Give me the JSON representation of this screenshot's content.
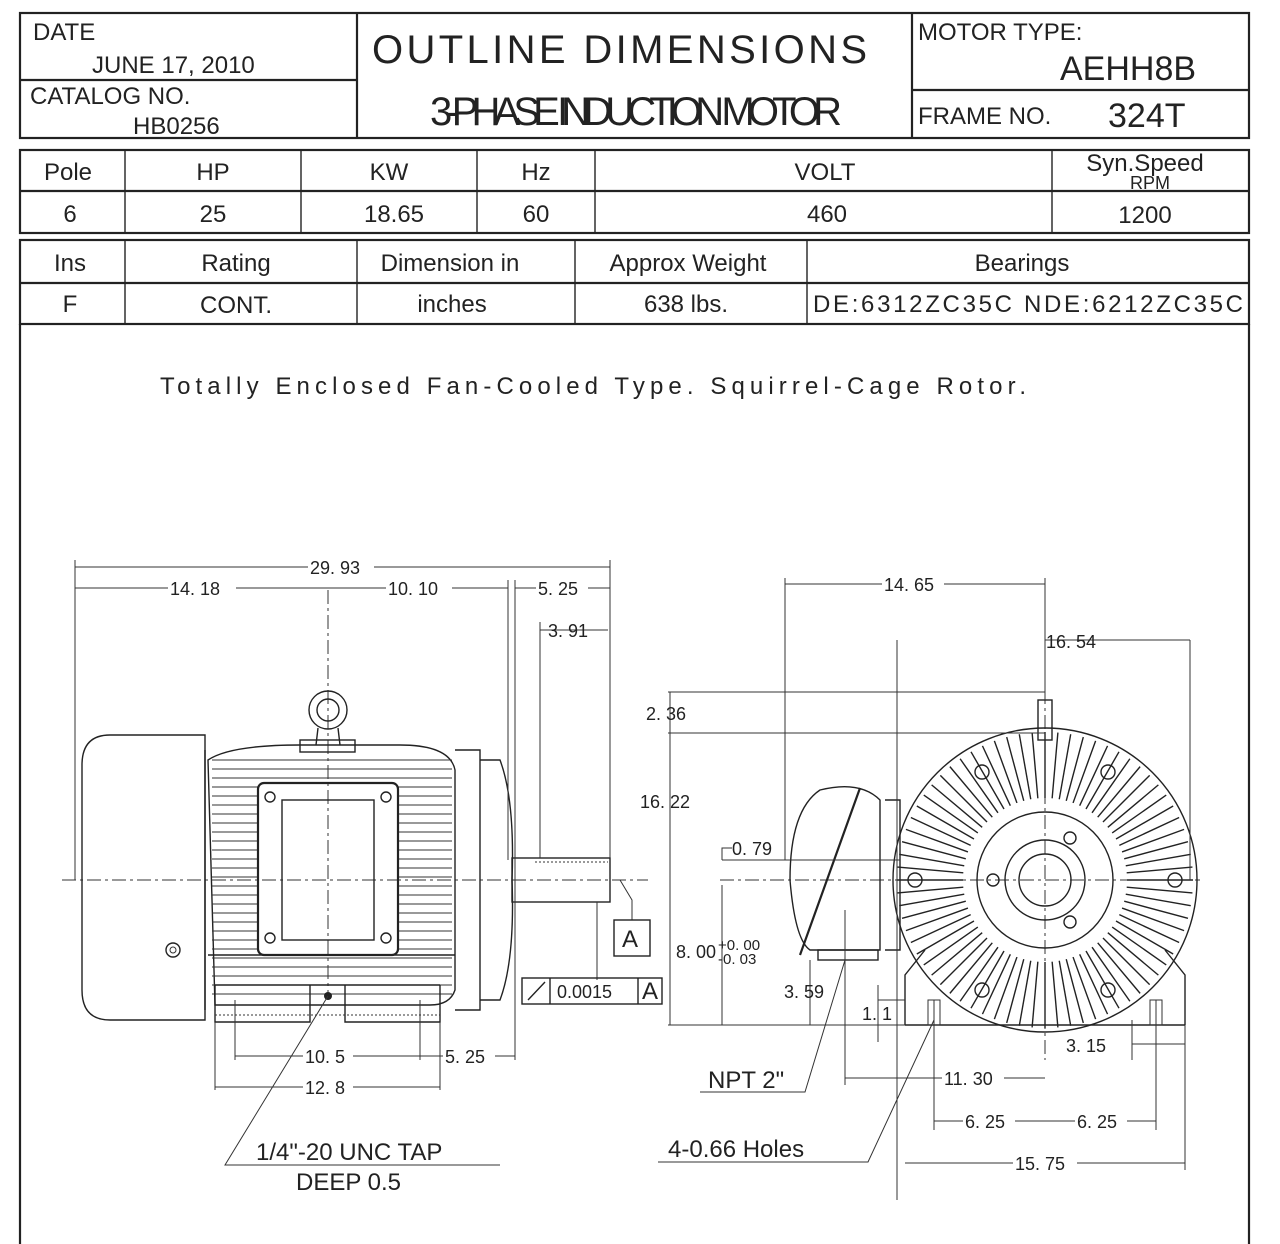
{
  "title_block": {
    "date_label": "DATE",
    "date_value": "JUNE 17, 2010",
    "catalog_label": "CATALOG NO.",
    "catalog_value": "HB0256",
    "title_line1": "OUTLINE DIMENSIONS",
    "title_line2": "3-PHASE INDUCTION MOTOR",
    "motor_type_label": "MOTOR TYPE:",
    "motor_type_value": "AEHH8B",
    "frame_label": "FRAME NO.",
    "frame_value": "324T"
  },
  "specs_table_1": {
    "headers": [
      "Pole",
      "HP",
      "KW",
      "Hz",
      "VOLT",
      "Syn.Speed",
      "RPM"
    ],
    "values": [
      "6",
      "25",
      "18.65",
      "60",
      "460",
      "1200"
    ]
  },
  "specs_table_2": {
    "headers": [
      "Ins",
      "Rating",
      "Dimension in",
      "Approx Weight",
      "Bearings"
    ],
    "values": [
      "F",
      "CONT.",
      "inches",
      "638 lbs.",
      "DE:6312ZC35C  NDE:6212ZC35C"
    ]
  },
  "description": "Totally Enclosed Fan-Cooled Type. Squirrel-Cage Rotor.",
  "side_view": {
    "dims": [
      "29. 93",
      "14. 18",
      "10. 10",
      "5. 25",
      "3. 91",
      "10. 5",
      "5. 25",
      "12. 8"
    ],
    "tolerance_value": "0.0015",
    "datum": "A",
    "note_line1": "1/4\"-20 UNC TAP",
    "note_line2": "DEEP 0.5"
  },
  "end_view": {
    "dims": [
      "14. 65",
      "16. 54",
      "2. 36",
      "16. 22",
      "0. 79",
      "8. 00",
      "+0. 00",
      "-0. 03",
      "3. 59",
      "1. 1",
      "3. 15",
      "11. 30",
      "6. 25",
      "6. 25",
      "15. 75"
    ],
    "npt_note": "NPT 2\"",
    "holes_note": "4-0.66 Holes"
  }
}
